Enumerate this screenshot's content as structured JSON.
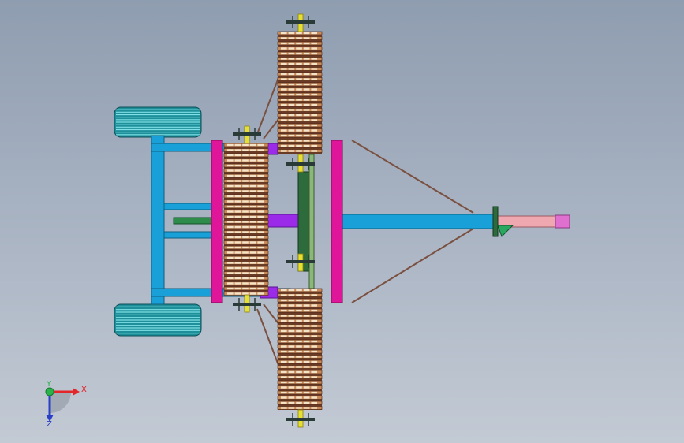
{
  "triad": {
    "x_label": "X",
    "y_label": "Y",
    "z_label": "Z",
    "x_color": "#e2262a",
    "y_color": "#2bb24a",
    "z_color": "#2a3fc8"
  },
  "colors": {
    "frame": "#1aa0d8",
    "roller_beam": "#e0169a",
    "axle_bar": "#9b2be8",
    "tire": "#2aa6b0",
    "disc": "#b86a4a",
    "coupling": "#f0a8b0",
    "coupling_end": "#e070d0",
    "spindle": "#e8e030",
    "hub": "#2e6b3c"
  }
}
